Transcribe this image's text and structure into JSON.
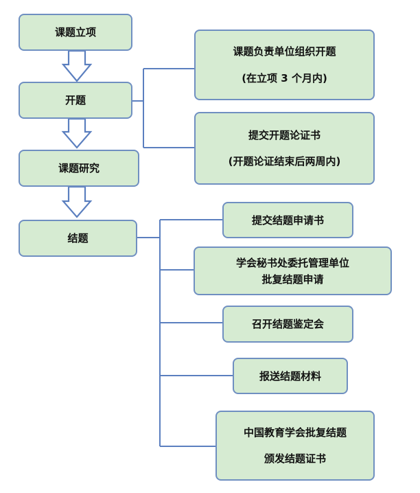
{
  "stages": [
    {
      "id": "topic-approval",
      "label": "课题立项"
    },
    {
      "id": "opening",
      "label": "开题"
    },
    {
      "id": "research",
      "label": "课题研究"
    },
    {
      "id": "conclusion",
      "label": "结题"
    }
  ],
  "opening_steps": [
    {
      "line1": "课题负责单位组织开题",
      "line2": "(在立项 3 个月内)"
    },
    {
      "line1": "提交开题论证书",
      "line2": "(开题论证结束后两周内)"
    }
  ],
  "conclusion_steps": [
    {
      "line1": "提交结题申请书"
    },
    {
      "line1": "学会秘书处委托管理单位",
      "line2": "批复结题申请"
    },
    {
      "line1": "召开结题鉴定会"
    },
    {
      "line1": "报送结题材料"
    },
    {
      "line1": "中国教育学会批复结题",
      "line2": "颁发结题证书"
    }
  ],
  "colors": {
    "box_fill": "#d6ebd2",
    "box_border": "#6f8fc1",
    "connector": "#5b7fbf",
    "arrow_fill": "#ffffff"
  }
}
